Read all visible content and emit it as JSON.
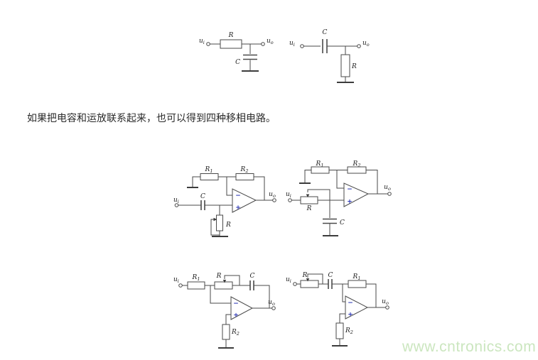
{
  "paragraph": {
    "text": "如果把电容和运放联系起来，也可以得到四种移相电路。"
  },
  "watermark": {
    "text": "www.cntronics.com",
    "color": "#cbe6bf"
  },
  "colors": {
    "wire": "#4a4a4a",
    "label": "#1c1c1c",
    "rc_input": "#c8281e",
    "rc_output": "#3a35c8",
    "opamp_sign": "#2b35b5"
  },
  "rc_circuits": [
    {
      "name": "rc-lag-lowpass",
      "labels": {
        "ui": {
          "base": "u",
          "sub": "i"
        },
        "uo": {
          "base": "u",
          "sub": "o"
        },
        "series": "R",
        "shunt": "C"
      }
    },
    {
      "name": "rc-lead-highpass",
      "labels": {
        "ui": {
          "base": "u",
          "sub": "i"
        },
        "uo": {
          "base": "u",
          "sub": "o"
        },
        "series": "C",
        "shunt": "R"
      }
    }
  ],
  "opamp_circuits": [
    {
      "name": "phase-shift-1",
      "labels": {
        "r1": {
          "base": "R",
          "sub": "1"
        },
        "r2": {
          "base": "R",
          "sub": "2"
        },
        "c": "C",
        "r": "R",
        "ui": {
          "base": "u",
          "sub": "i"
        },
        "uo": {
          "base": "u",
          "sub": "o"
        },
        "minus": "−",
        "plus": "+"
      }
    },
    {
      "name": "phase-shift-2",
      "labels": {
        "r1": {
          "base": "R",
          "sub": "1"
        },
        "r2": {
          "base": "R",
          "sub": "2"
        },
        "c": "C",
        "r": "R",
        "ui": {
          "base": "u",
          "sub": "i"
        },
        "uo": {
          "base": "u",
          "sub": "o"
        },
        "minus": "−",
        "plus": "+"
      }
    },
    {
      "name": "phase-shift-3",
      "labels": {
        "r1": {
          "base": "R",
          "sub": "1"
        },
        "r2": {
          "base": "R",
          "sub": "2"
        },
        "c": "C",
        "r": "R",
        "ui": {
          "base": "u",
          "sub": "i"
        },
        "uo": {
          "base": "u",
          "sub": "o"
        },
        "minus": "−",
        "plus": "+"
      }
    },
    {
      "name": "phase-shift-4",
      "labels": {
        "r1": {
          "base": "R",
          "sub": "1"
        },
        "r2": {
          "base": "R",
          "sub": "2"
        },
        "c": "C",
        "r": "R",
        "ui": {
          "base": "u",
          "sub": "i"
        },
        "uo": {
          "base": "u",
          "sub": "o"
        },
        "minus": "−",
        "plus": "+"
      }
    }
  ]
}
